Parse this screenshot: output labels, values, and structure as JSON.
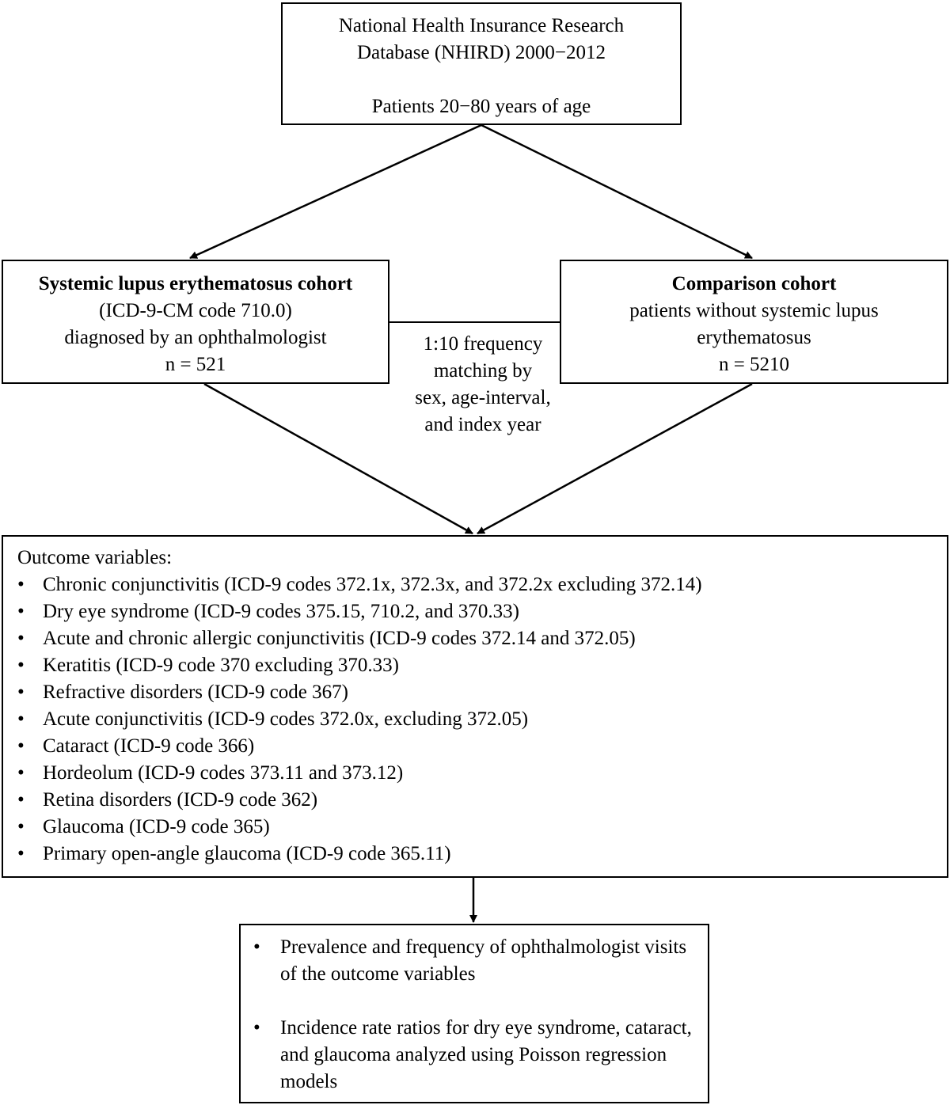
{
  "top_box": {
    "line1": "National Health Insurance Research",
    "line2": "Database (NHIRD) 2000−2012",
    "line3": "Patients 20−80 years of age"
  },
  "sle_cohort": {
    "title": "Systemic lupus erythematosus cohort",
    "line2": "(ICD-9-CM code 710.0)",
    "line3": "diagnosed by an ophthalmologist",
    "line4": "n = 521"
  },
  "comparison_cohort": {
    "title": "Comparison cohort",
    "line2": "patients without systemic lupus",
    "line3": "erythematosus",
    "line4": "n = 5210"
  },
  "matching": {
    "line1": "1:10 frequency",
    "line2": "matching by",
    "line3": "sex, age-interval,",
    "line4": "and index year"
  },
  "outcomes": {
    "heading": "Outcome variables:",
    "bullet": "•",
    "items": [
      "Chronic conjunctivitis (ICD-9 codes 372.1x, 372.3x, and 372.2x excluding 372.14)",
      "Dry eye syndrome (ICD-9 codes 375.15, 710.2, and 370.33)",
      "Acute and chronic allergic conjunctivitis (ICD-9 codes 372.14 and 372.05)",
      "Keratitis (ICD-9 code 370 excluding 370.33)",
      "Refractive disorders (ICD-9 code 367)",
      "Acute conjunctivitis (ICD-9 codes 372.0x, excluding 372.05)",
      "Cataract (ICD-9 code 366)",
      "Hordeolum (ICD-9 codes 373.11 and 373.12)",
      "Retina disorders (ICD-9 code 362)",
      "Glaucoma (ICD-9 code 365)",
      "Primary open-angle glaucoma (ICD-9 code 365.11)"
    ]
  },
  "analysis": {
    "bullet": "•",
    "item1": "Prevalence and frequency of ophthalmologist visits of the outcome variables",
    "item2": "Incidence rate ratios for dry eye syndrome, cataract, and glaucoma analyzed using Poisson regression models"
  }
}
